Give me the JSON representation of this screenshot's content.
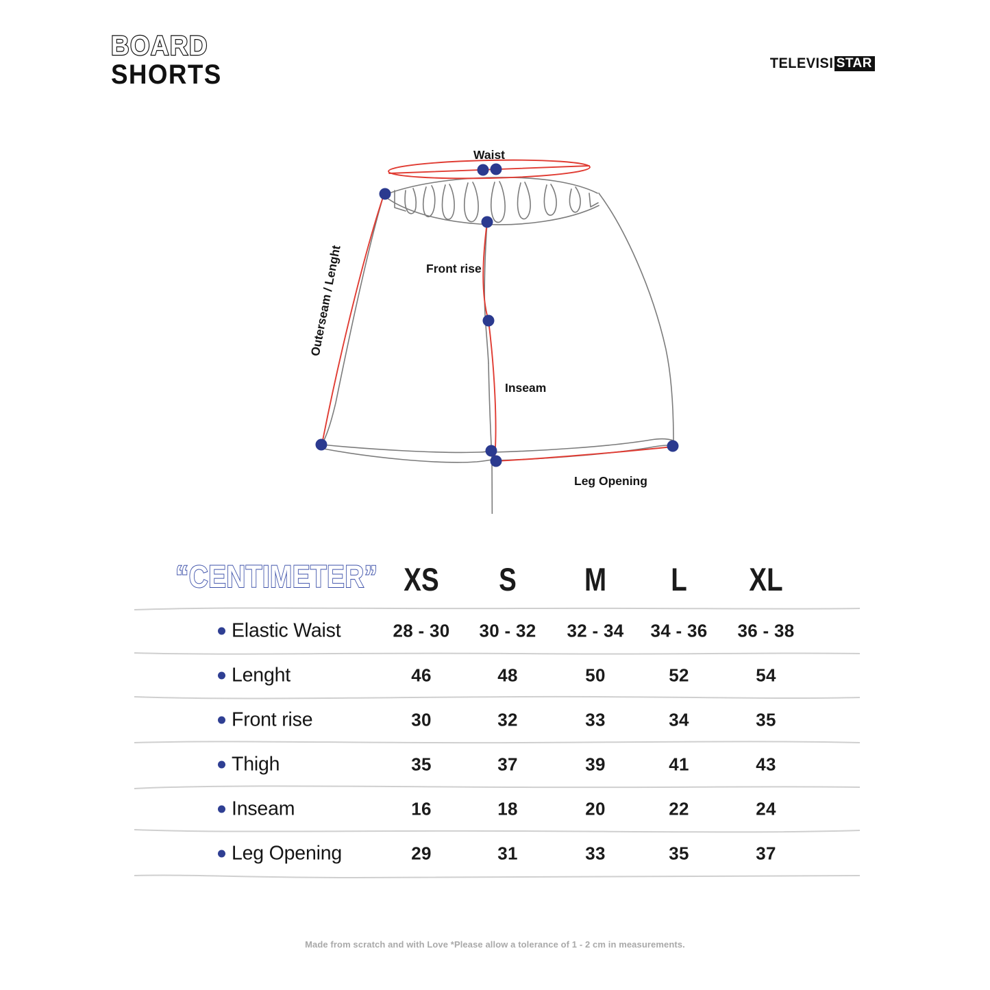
{
  "header": {
    "brand_line1": "BOARD",
    "brand_line2": "SHORTS",
    "label_text": "TELEVISI",
    "label_box": "STAR"
  },
  "diagram": {
    "labels": {
      "waist": "Waist",
      "outseam": "Outerseam / Lenght",
      "front_rise": "Front rise",
      "inseam": "Inseam",
      "leg_opening": "Leg Opening"
    },
    "colors": {
      "measure_line": "#e03b32",
      "marker": "#2b3a8f",
      "garment_outline": "#7b7b7b"
    }
  },
  "table": {
    "title": "“CENTIMETER”",
    "title_color": "#3b4fa8",
    "bullet_color": "#2f3f93",
    "sizes": [
      "XS",
      "S",
      "M",
      "L",
      "XL"
    ],
    "rows": [
      {
        "label": "Elastic Waist",
        "values": [
          "28 - 30",
          "30 - 32",
          "32 - 34",
          "34 - 36",
          "36 - 38"
        ]
      },
      {
        "label": "Lenght",
        "values": [
          "46",
          "48",
          "50",
          "52",
          "54"
        ]
      },
      {
        "label": "Front rise",
        "values": [
          "30",
          "32",
          "33",
          "34",
          "35"
        ]
      },
      {
        "label": "Thigh",
        "values": [
          "35",
          "37",
          "39",
          "41",
          "43"
        ]
      },
      {
        "label": "Inseam",
        "values": [
          "16",
          "18",
          "20",
          "22",
          "24"
        ]
      },
      {
        "label": "Leg Opening",
        "values": [
          "29",
          "31",
          "33",
          "35",
          "37"
        ]
      }
    ]
  },
  "footer": {
    "note": "Made from scratch and with Love *Please allow a tolerance of  1 - 2  cm in measurements."
  }
}
